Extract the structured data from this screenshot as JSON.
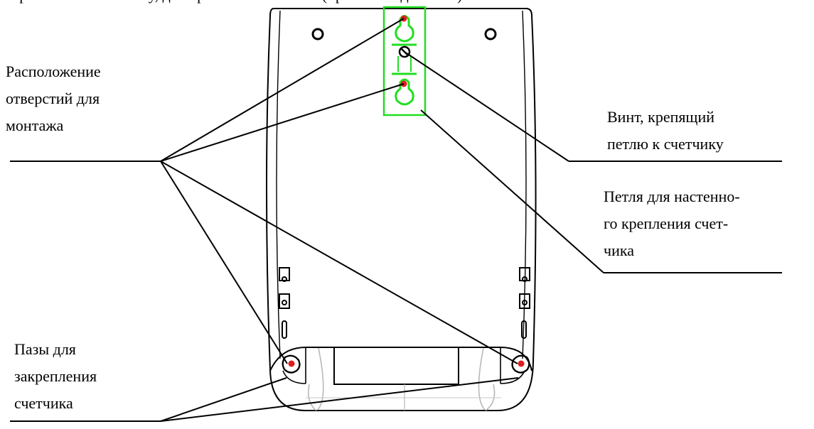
{
  "top_fragment": "...крепления к счетчику, для крепления на стене (при необходимости)...",
  "labels": {
    "mount_holes": [
      "Расположение",
      "отверстий для",
      "монтажа"
    ],
    "screw": [
      "Винт, крепящий",
      "петлю к счетчику"
    ],
    "loop": [
      "Петля для настенно-",
      "го крепления счет-",
      "чика"
    ],
    "slots": [
      "Пазы для",
      "закрепления",
      "счетчика"
    ]
  },
  "colors": {
    "outline": "#000000",
    "light_outline": "#b8b8b8",
    "bracket": "#22dd22",
    "marker": "#dd1f1f"
  }
}
